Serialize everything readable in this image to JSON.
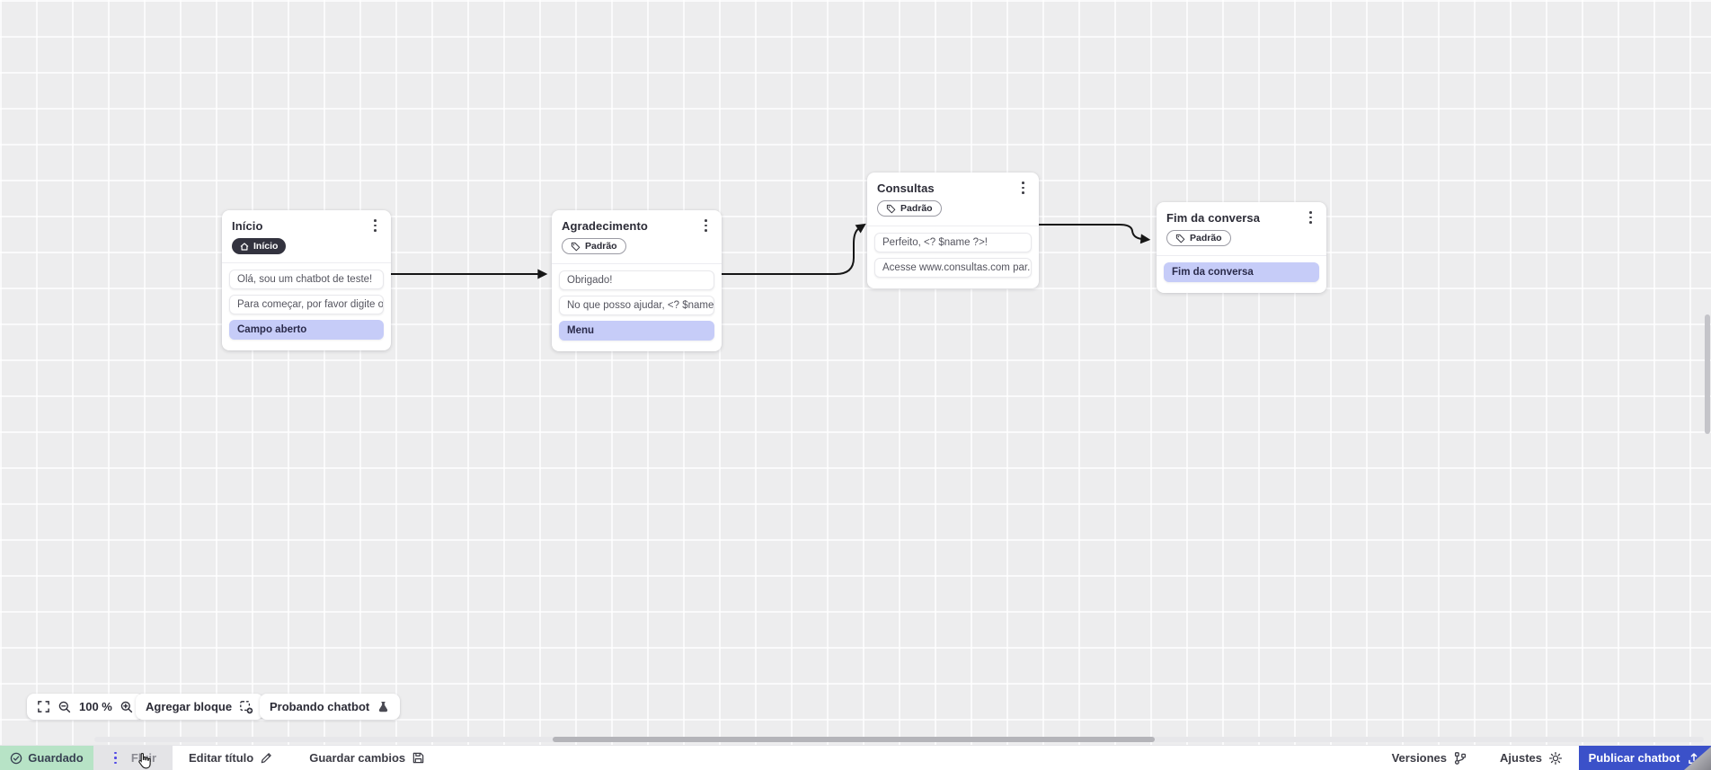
{
  "flow": {
    "nodes": [
      {
        "title": "Início",
        "badge_label": "Início",
        "rows": [
          "Olá, sou um chatbot de teste!",
          "Para começar, por favor digite o ...",
          "Campo aberto"
        ]
      },
      {
        "title": "Agradecimento",
        "badge_label": "Padrão",
        "rows": [
          "Obrigado!",
          "No que posso ajudar, <? $name ...",
          "Menu"
        ]
      },
      {
        "title": "Consultas",
        "badge_label": "Padrão",
        "rows": [
          "Perfeito, <? $name ?>!",
          "Acesse www.consultas.com par..."
        ]
      },
      {
        "title": "Fim da conversa",
        "badge_label": "Padrão",
        "rows": [
          "Fim da conversa"
        ]
      }
    ]
  },
  "canvas_toolbar": {
    "zoom_level": "100 %",
    "add_block_label": "Agregar bloque",
    "test_chatbot_label": "Probando chatbot"
  },
  "status_bar": {
    "saved_label": "Guardado",
    "flow_name": "Fluir",
    "edit_title_label": "Editar título",
    "save_changes_label": "Guardar cambios",
    "versions_label": "Versiones",
    "settings_label": "Ajustes",
    "publish_label": "Publicar chatbot"
  },
  "icons": {
    "saved": "check-circle",
    "flow_menu": "kebab-vertical-blue",
    "edit_title": "pencil",
    "save_changes": "floppy-disk",
    "versions": "git-branch",
    "settings": "gear",
    "publish": "upload-tray",
    "fit_view": "fit-corners",
    "zoom_out": "magnifier-minus",
    "zoom_in": "magnifier-plus",
    "add_block": "dashed-square-plus",
    "test_chatbot": "flask",
    "node_menu": "kebab-vertical",
    "badge_inicio": "home",
    "badge_padrao": "tag"
  },
  "colors": {
    "accent_blue": "#3b51c9",
    "saved_green": "#b7e3c6",
    "highlight_row": "#c6ccf8",
    "badge_dark": "#33333f",
    "canvas_bg": "#ededee"
  }
}
